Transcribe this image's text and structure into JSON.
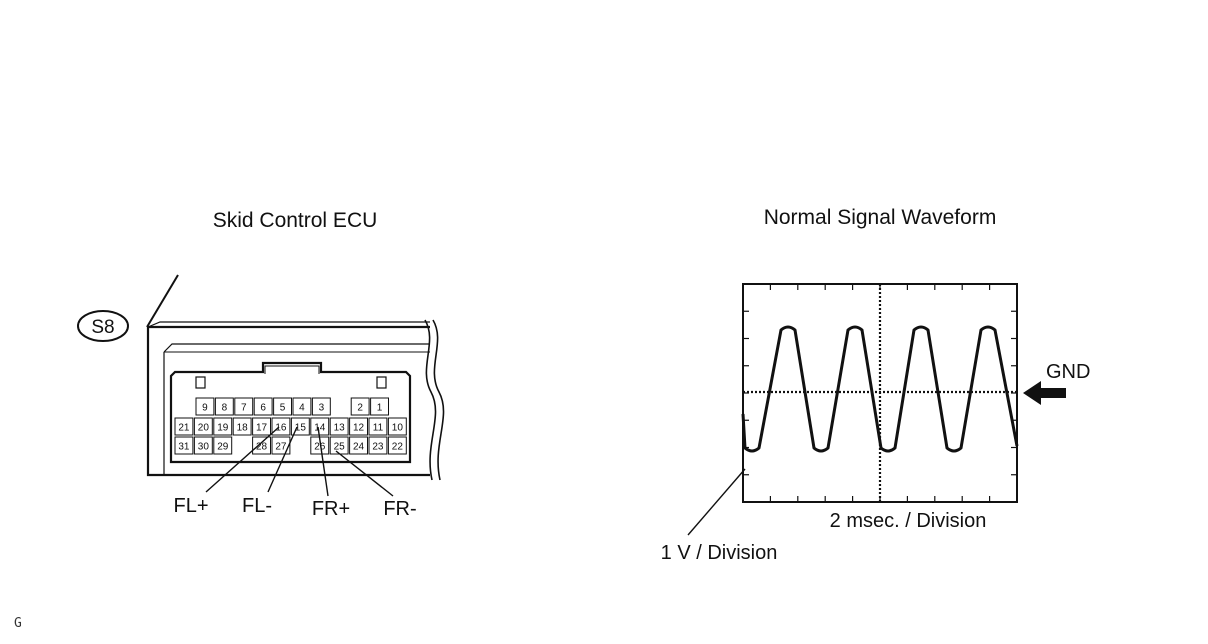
{
  "connector_panel": {
    "title": "Skid Control ECU",
    "connector_id": "S8",
    "pin_rows": [
      [
        "9",
        "8",
        "7",
        "6",
        "5",
        "4",
        "3",
        "",
        "2",
        "1"
      ],
      [
        "21",
        "20",
        "19",
        "18",
        "17",
        "16",
        "15",
        "14",
        "13",
        "12",
        "11",
        "10"
      ],
      [
        "31",
        "30",
        "29",
        "",
        "28",
        "27",
        "",
        "26",
        "25",
        "24",
        "23",
        "22"
      ]
    ],
    "terminal_labels": [
      "FL+",
      "FL-",
      "FR+",
      "FR-"
    ]
  },
  "waveform_panel": {
    "title": "Normal Signal Waveform",
    "ground_label": "GND",
    "x_scale_label": "2 msec. / Division",
    "y_scale_label": "1 V / Division"
  },
  "figure_code": "G"
}
